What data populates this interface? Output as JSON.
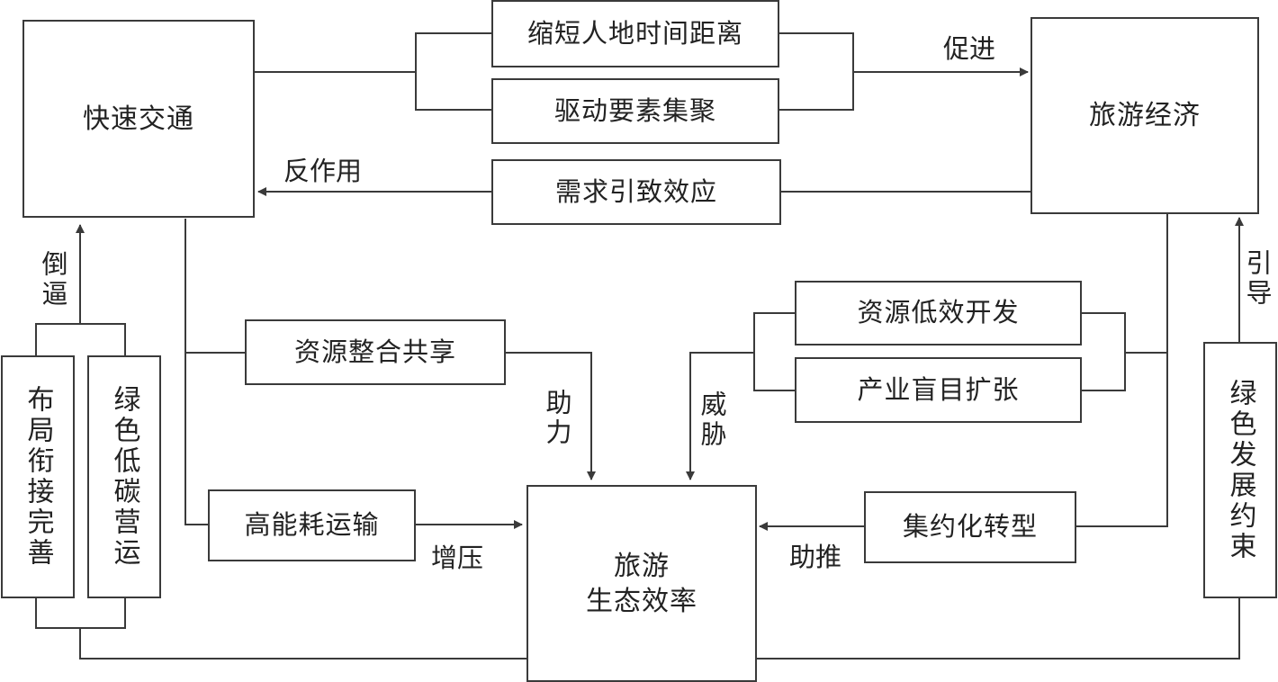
{
  "nodes": {
    "fast_transport": "快速交通",
    "tourism_economy": "旅游经济",
    "shorten_distance": "缩短人地时间距离",
    "drive_aggregation": "驱动要素集聚",
    "demand_effect": "需求引致效应",
    "resource_integration": "资源整合共享",
    "high_energy_transport": "高能耗运输",
    "low_efficiency_dev": "资源低效开发",
    "blind_expansion": "产业盲目扩张",
    "intensive_transform": "集约化转型",
    "layout_connection": "布局衔接完善",
    "green_operation": "绿色低碳营运",
    "green_constraint": "绿色发展约束",
    "efficiency_line1": "旅游",
    "efficiency_line2": "生态效率"
  },
  "labels": {
    "promote": "促进",
    "reaction": "反作用",
    "force_back": "倒逼",
    "guide": "引导",
    "help": "助力",
    "threaten": "威胁",
    "pressure": "增压",
    "push": "助推"
  },
  "colors": {
    "line": "#3a3a3a",
    "text": "#222222"
  }
}
